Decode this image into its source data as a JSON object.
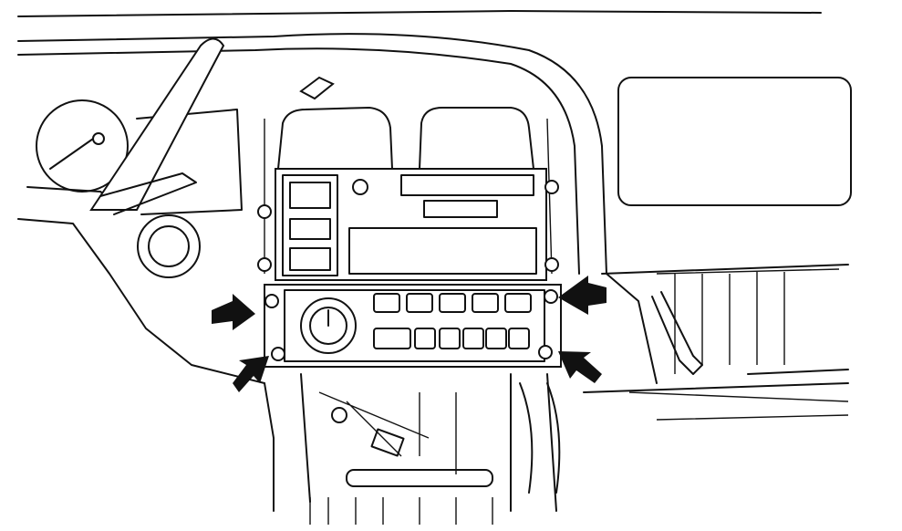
{
  "colors": {
    "line": "#111111",
    "background": "#ffffff"
  },
  "arrows": [
    "left-upper",
    "left-lower",
    "right-upper",
    "right-lower"
  ]
}
